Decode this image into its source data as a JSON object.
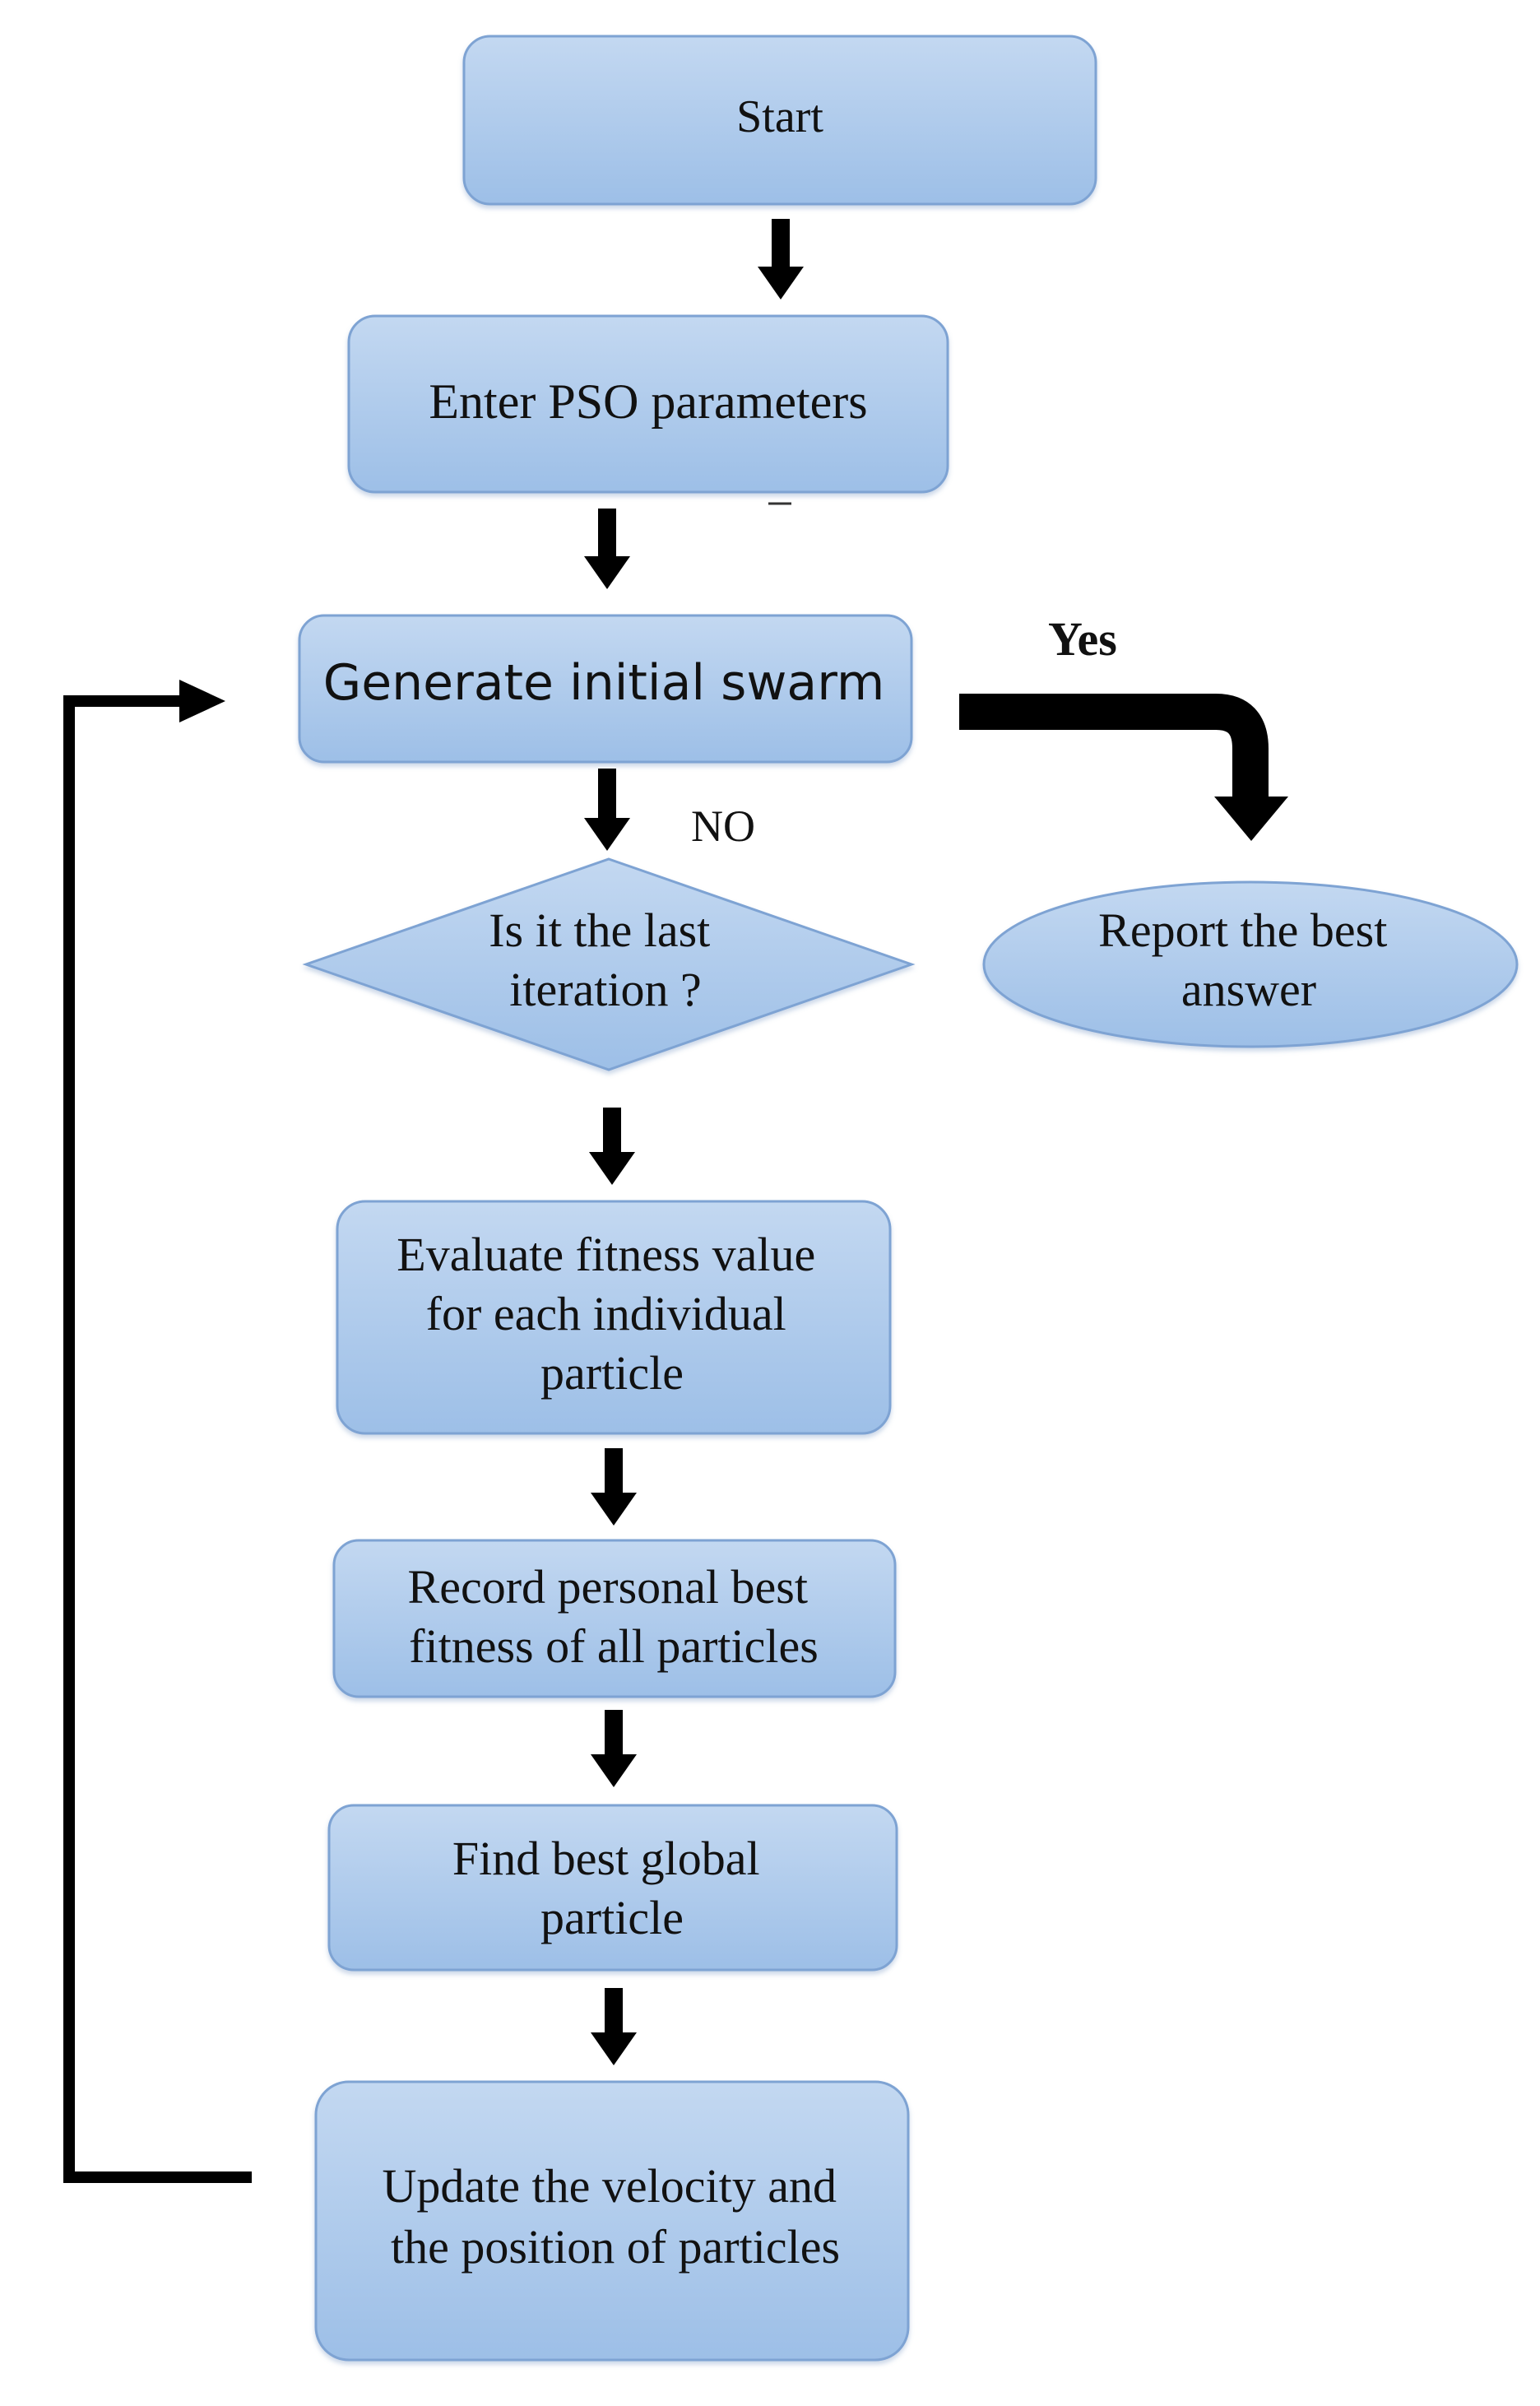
{
  "colors": {
    "shape_fill_top": "#c3d8f1",
    "shape_fill_bottom": "#9dbfe7",
    "shape_stroke": "#7ea3d3",
    "arrow": "#000000",
    "text": "#111111"
  },
  "nodes": {
    "start": {
      "shape": "rounded-rectangle",
      "lines": [
        "Start"
      ]
    },
    "enter_params": {
      "shape": "rounded-rectangle",
      "lines": [
        "Enter PSO parameters"
      ]
    },
    "generate_swarm": {
      "shape": "rounded-rectangle",
      "lines": [
        "Generate initial swarm"
      ]
    },
    "last_iteration": {
      "shape": "diamond",
      "lines": [
        "Is it the last",
        "iteration ?"
      ]
    },
    "report_best": {
      "shape": "ellipse",
      "lines": [
        "Report the best",
        "answer"
      ]
    },
    "evaluate_fitness": {
      "shape": "rounded-rectangle",
      "lines": [
        "Evaluate fitness value",
        "for each individual",
        "particle"
      ]
    },
    "record_personal_best": {
      "shape": "rounded-rectangle",
      "lines": [
        "Record personal best",
        "fitness of all particles"
      ]
    },
    "find_global_best": {
      "shape": "rounded-rectangle",
      "lines": [
        "Find best global",
        "particle"
      ]
    },
    "update_particles": {
      "shape": "rounded-rectangle",
      "lines": [
        "Update the velocity and",
        "the position of particles"
      ]
    }
  },
  "edge_labels": {
    "yes": "Yes",
    "no": "NO"
  },
  "edges": [
    {
      "from": "start",
      "to": "enter_params"
    },
    {
      "from": "enter_params",
      "to": "generate_swarm"
    },
    {
      "from": "generate_swarm",
      "to": "last_iteration",
      "label": "NO"
    },
    {
      "from": "generate_swarm",
      "to": "report_best",
      "label": "Yes"
    },
    {
      "from": "last_iteration",
      "to": "evaluate_fitness"
    },
    {
      "from": "evaluate_fitness",
      "to": "record_personal_best"
    },
    {
      "from": "record_personal_best",
      "to": "find_global_best"
    },
    {
      "from": "find_global_best",
      "to": "update_particles"
    },
    {
      "from": "update_particles",
      "to": "generate_swarm",
      "kind": "feedback-loop"
    }
  ]
}
